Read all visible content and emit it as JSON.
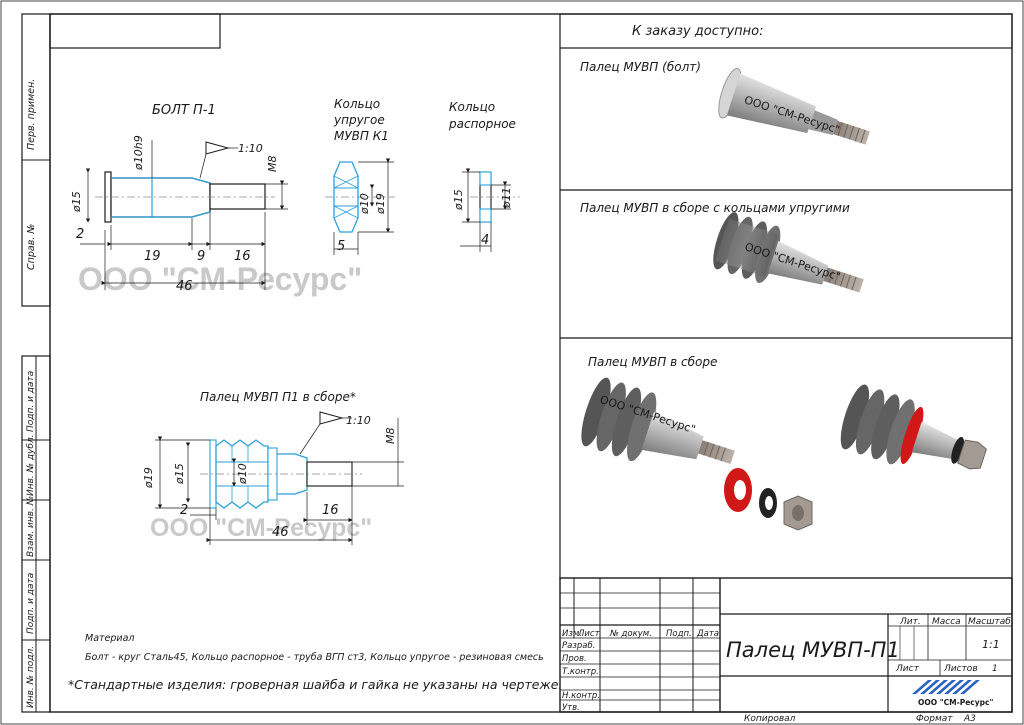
{
  "left_strip": {
    "perv_primen": "Перв. примен.",
    "sprav_no": "Справ. №",
    "podp_data_1": "Подп. и дата",
    "inv_dubl": "Инв. № дубл.",
    "vzam_inv": "Взам. инв. №",
    "podp_data_2": "Подп. и дата",
    "inv_podl": "Инв. № подл."
  },
  "drawing1": {
    "title": "БОЛТ П-1",
    "d_shank": "ø10h9",
    "taper": "1:10",
    "thread": "M8",
    "d_head": "ø15",
    "dims": [
      "2",
      "19",
      "9",
      "16",
      "46"
    ]
  },
  "drawing2": {
    "title_lines": [
      "Кольцо",
      "упругое",
      "МУВП К1"
    ],
    "d_inner": "ø10",
    "d_outer": "ø19",
    "width": "5"
  },
  "drawing3": {
    "title_lines": [
      "Кольцо",
      "распорное"
    ],
    "d_outer": "ø15",
    "d_inner": "ø11",
    "width": "4"
  },
  "drawing4": {
    "title": "Палец МУВП П1 в сборе*",
    "taper": "1:10",
    "thread": "M8",
    "d_outer": "ø19",
    "d_mid": "ø15",
    "d_inner": "ø10",
    "dims": [
      "2",
      "16",
      "46"
    ]
  },
  "watermark": "ООО \"СМ-Ресурс\"",
  "notes": {
    "material_label": "Материал",
    "material_text": "Болт - круг Сталь45, Кольцо распорное - труба ВГП ст3, Кольцо упругое - резиновая смесь",
    "footnote": "*Стандартные изделия: гроверная шайба и гайка не указаны на чертеже."
  },
  "right_panel": {
    "heading": "К заказу доступно:",
    "panel1_title": "Палец МУВП (болт)",
    "panel2_title": "Палец МУВП в сборе с кольцами упругими",
    "panel3_title": "Палец МУВП в сборе",
    "render_watermark": "ООО \"СМ-Ресурс\""
  },
  "title_block": {
    "headers": [
      "Изм.",
      "Лист",
      "№ докум.",
      "Подп.",
      "Дата"
    ],
    "rows": [
      "Разраб.",
      "Пров.",
      "Т.контр.",
      "",
      "Н.контр.",
      "Утв."
    ],
    "name": "Палец МУВП-П1",
    "lit": "Лит.",
    "massa": "Масса",
    "masshtab": "Масштаб",
    "scale_value": "1:1",
    "list": "Лист",
    "listov": "Листов",
    "listov_value": "1",
    "company": "ООО \"СМ-Ресурс\"",
    "copied": "Копировал",
    "format": "Формат",
    "format_value": "A3"
  },
  "colors": {
    "outline": "#1a1a1a",
    "section": "#2aa1dc",
    "red_ring": "#d01818",
    "metal": "#a9a9a9",
    "logo_blue": "#2a63c4"
  }
}
